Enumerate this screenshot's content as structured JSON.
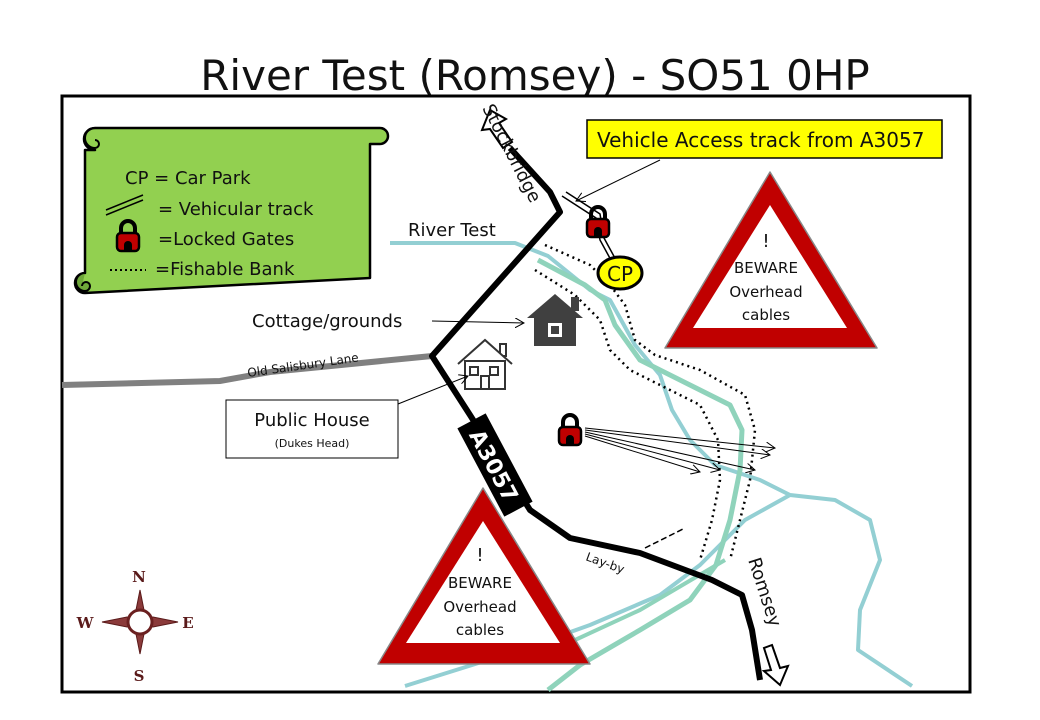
{
  "title": "River Test (Romsey) - SO51 0HP",
  "legend": {
    "items": [
      {
        "label": "CP = Car Park"
      },
      {
        "label": "= Vehicular track"
      },
      {
        "label": "=Locked Gates"
      },
      {
        "label": "=Fishable Bank"
      }
    ]
  },
  "labels": {
    "stockbridge": "Stockbridge",
    "romsey": "Romsey",
    "river_test": "River Test",
    "old_salisbury_lane": "Old Salisbury Lane",
    "road_name": "A3057",
    "lay_by": "Lay-by",
    "cottage": "Cottage/grounds",
    "public_house": "Public House",
    "public_house_sub": "(Dukes Head)",
    "car_park": "CP",
    "vehicle_access": "Vehicle Access track from A3057"
  },
  "warnings": [
    {
      "mark": "!",
      "line1": "BEWARE",
      "line2": "Overhead",
      "line3": "cables"
    },
    {
      "mark": "!",
      "line1": "BEWARE",
      "line2": "Overhead",
      "line3": "cables"
    }
  ],
  "compass": {
    "n": "N",
    "s": "S",
    "e": "E",
    "w": "W"
  },
  "colors": {
    "legend_green": "#92d050",
    "river_blue": "#93cfd3",
    "river_green": "#8fd3bb",
    "road": "#000000",
    "lane": "#808080",
    "callout_yellow": "#ffff00",
    "warning_red": "#c00000",
    "lock_red": "#c00000"
  }
}
